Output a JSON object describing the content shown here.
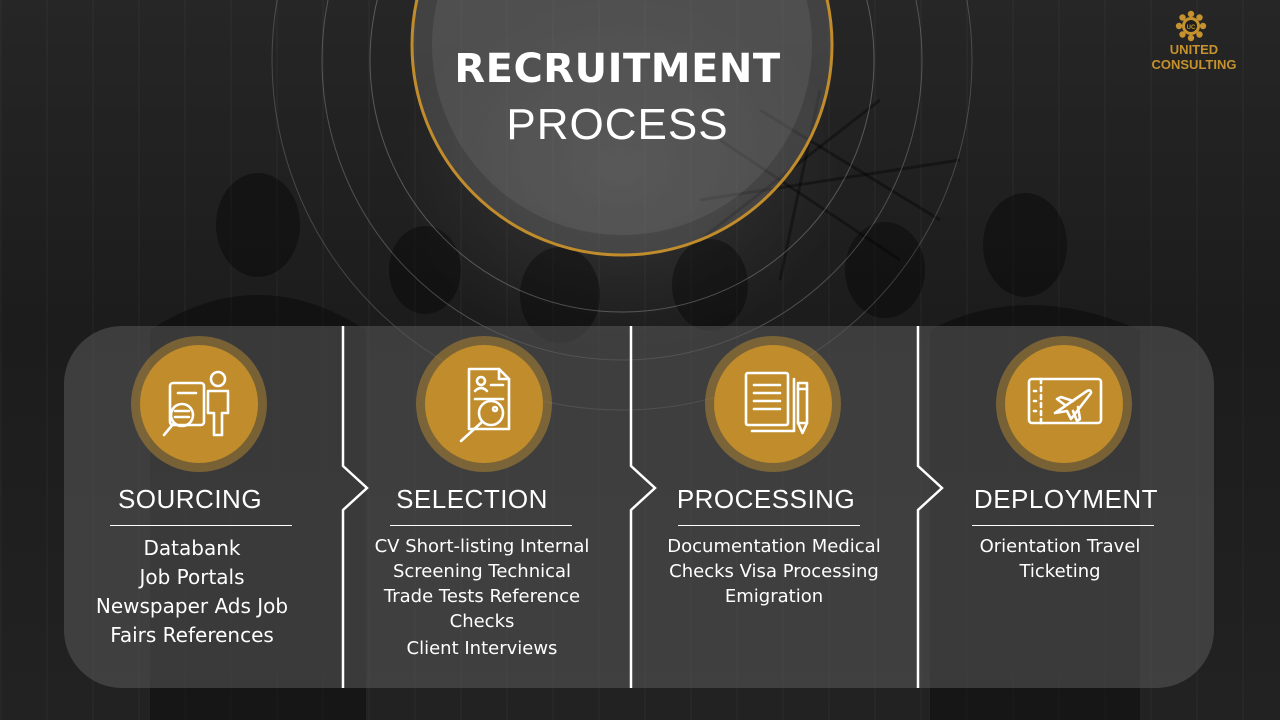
{
  "slide": {
    "title_line1": "RECRUITMENT",
    "title_line2": "PROCESS"
  },
  "brand": {
    "name": "UNITED CONSULTING",
    "monogram": "UC",
    "accent_color": "#c08c2c"
  },
  "steps": [
    {
      "title": "SOURCING",
      "icon": "candidate-search-icon",
      "lines": [
        "Databank",
        "Job Portals",
        "Newspaper Ads Job",
        "Fairs References"
      ]
    },
    {
      "title": "SELECTION",
      "icon": "document-magnifier-icon",
      "lines": [
        "CV Short-listing Internal",
        "Screening Technical",
        "Trade Tests Reference",
        "Checks",
        "Client Interviews"
      ]
    },
    {
      "title": "PROCESSING",
      "icon": "documents-pen-icon",
      "lines": [
        "Documentation Medical",
        "Checks Visa Processing",
        "Emigration"
      ]
    },
    {
      "title": "DEPLOYMENT",
      "icon": "airplane-ticket-icon",
      "lines": [
        "Orientation Travel",
        "Ticketing"
      ]
    }
  ]
}
